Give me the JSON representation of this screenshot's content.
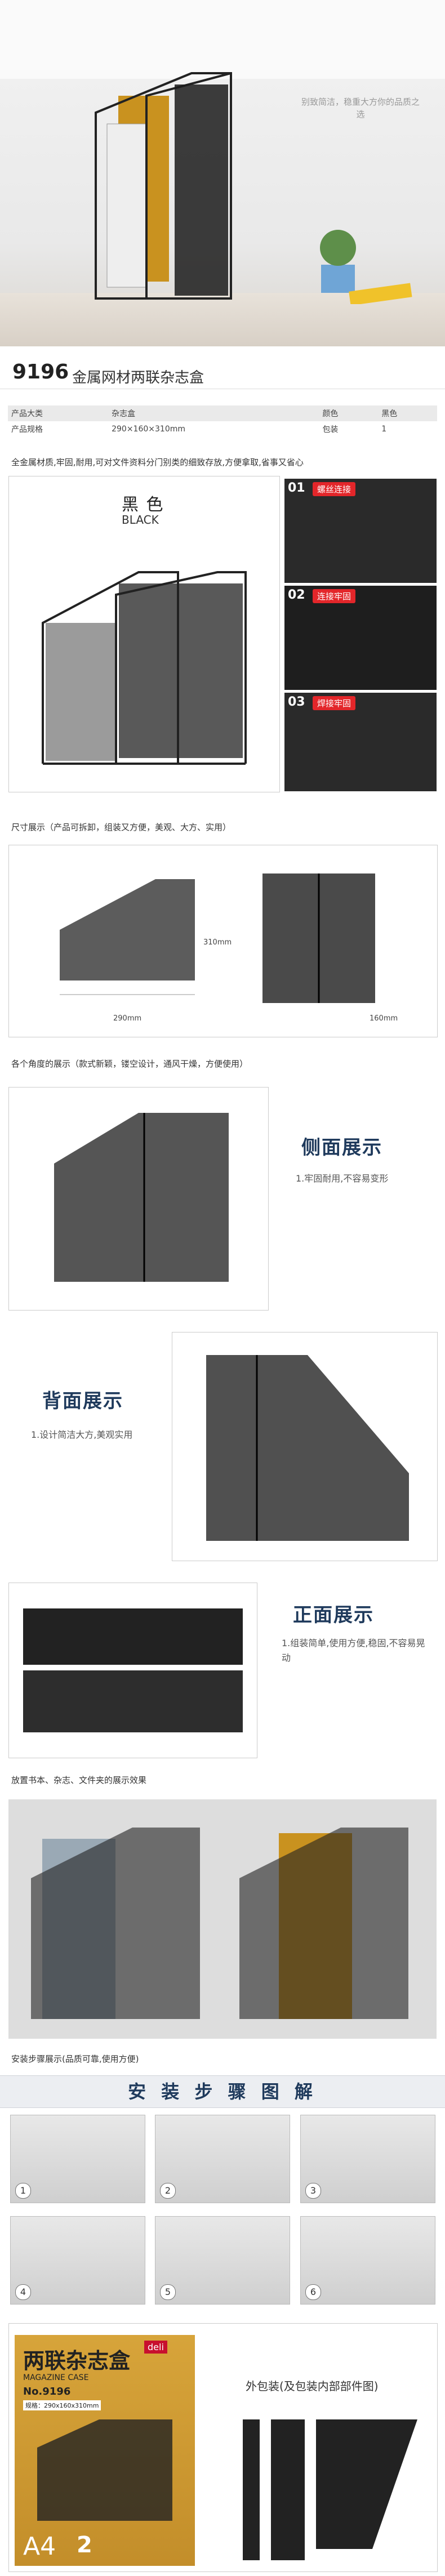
{
  "hero": {
    "slogan": "别致简洁，稳重大方你的品质之选"
  },
  "title": {
    "model": "9196",
    "name": "金属网材两联杂志盒"
  },
  "spec": {
    "rows": [
      [
        "产品大类",
        "杂志盒",
        "颜色",
        "黑色"
      ],
      [
        "产品规格",
        "290×160×310mm",
        "包装",
        "1"
      ]
    ]
  },
  "intro": "全金属材质,牢固,耐用,可对文件资料分门别类的细致存放,方便拿取,省事又省心",
  "color_block": {
    "cn": "黑 色",
    "en": "BLACK"
  },
  "features": [
    {
      "num": "01",
      "label": "螺丝连接"
    },
    {
      "num": "02",
      "label": "连接牢固"
    },
    {
      "num": "03",
      "label": "焊接牢固"
    }
  ],
  "size_section": {
    "caption": "尺寸展示（产品可拆卸，组装又方便，美观、大方、实用）",
    "dims": [
      "310mm",
      "290mm",
      "160mm"
    ]
  },
  "angles_caption": "各个角度的展示（款式新颖，镂空设计，通风干燥，方便使用）",
  "side": {
    "title": "侧面展示",
    "desc": "1.牢固耐用,不容易变形"
  },
  "back": {
    "title": "背面展示",
    "desc": "1.设计简洁大方,美观实用"
  },
  "front": {
    "title": "正面展示",
    "desc": "1.组装简单,使用方便,稳固,不容易晃动"
  },
  "usage_caption": "放置书本、杂志、文件夹的展示效果",
  "install_caption": "安装步骤展示(品质可靠,使用方便)",
  "install_title": "安 装 步 骤 图 解",
  "steps": [
    "1",
    "2",
    "3",
    "4",
    "5",
    "6"
  ],
  "pack": {
    "brand": "deli",
    "title": "两联杂志盒",
    "en": "MAGAZINE CASE",
    "no": "No.9196",
    "spec": "规格：290x160x310mm",
    "size": "A4",
    "count": "2",
    "caption": "外包装(及包装内部部件图)"
  },
  "colors": {
    "accent": "#e3262a",
    "heading": "#1f3a5c"
  }
}
